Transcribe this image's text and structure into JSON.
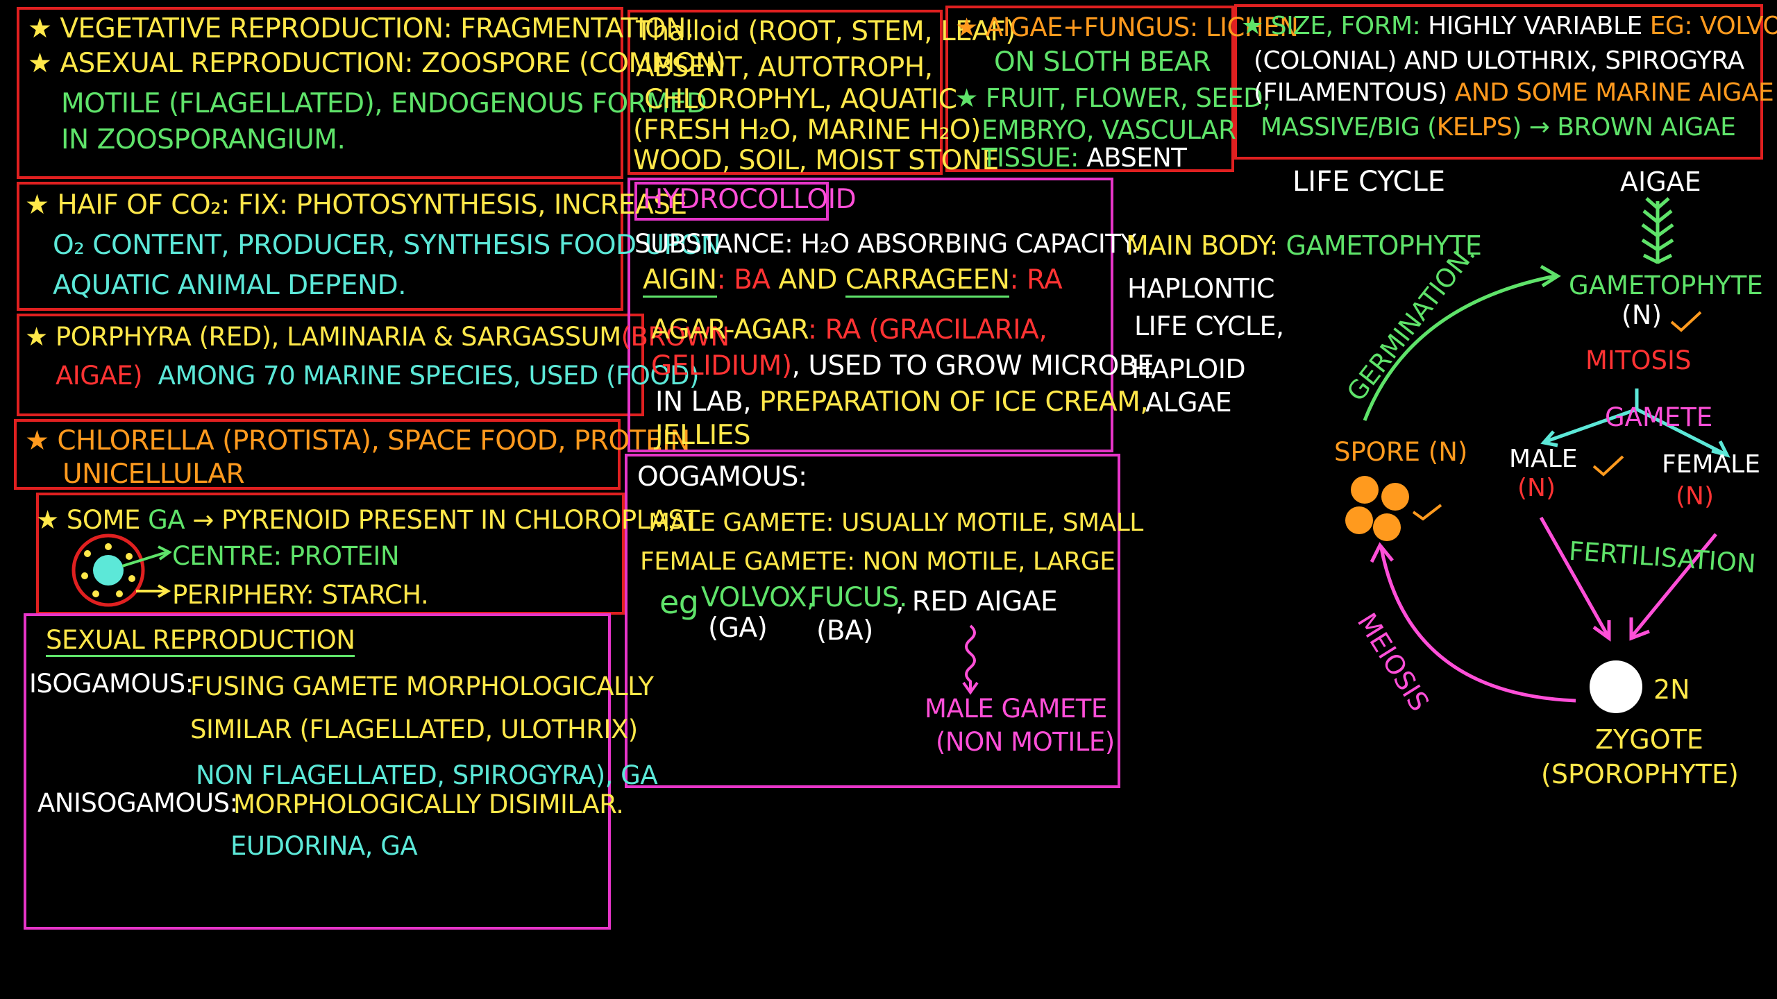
{
  "boxes": {
    "veg": {
      "l1": "★ VEGETATIVE REPRODUCTION: FRAGMENTATION.",
      "l2": "★ ASEXUAL REPRODUCTION: ZOOSPORE (COMMON)",
      "l3": "MOTILE (FLAGELLATED), ENDOGENOUS FORMED",
      "l4": "IN ZOOSPORANGIUM."
    },
    "thalloid": {
      "l1": "Thalloid (ROOT, STEM, LEAF)",
      "l2": "ABSENT, AUTOTROPH,",
      "l3": "CHLOROPHYL, AQUATIC",
      "l4": "(FRESH H₂O, MARINE H₂O)",
      "l5": "WOOD, SOIL, MOIST STONE"
    },
    "lichen": {
      "l1": "★ AIGAE+FUNGUS: LICHEN",
      "l2": "ON SLOTH BEAR",
      "l3": "★ FRUIT, FLOWER, SEED,",
      "l4": "EMBRYO, VASCULAR",
      "l5a": "TISSUE: ",
      "l5b": "ABSENT"
    },
    "size": {
      "l1a": "★ SIZE, FORM: ",
      "l1b": "HIGHLY VARIABLE ",
      "l1c": "EG: VOLVOX",
      "l2": "(COLONIAL) AND ULOTHRIX, SPIROGYRA",
      "l3a": "(FILAMENTOUS) ",
      "l3b": "AND SOME MARINE AIGAE ARE",
      "l4a": "MASSIVE/BIG (",
      "l4b": "KELPS",
      "l4c": ") → BROWN AIGAE"
    },
    "co2": {
      "l1": "★ HAIF OF CO₂: FIX: PHOTOSYNTHESIS, INCREASE",
      "l2": "O₂ CONTENT, PRODUCER, SYNTHESIS FOOD UPON",
      "l3": "AQUATIC ANIMAL DEPEND."
    },
    "porphyra": {
      "l1a": "★ PORPHYRA (RED), LAMINARIA & SARGASSUM",
      "l1b": "(BROWN",
      "l2a": "AIGAE)",
      "l2b": "AMONG 70 MARINE SPECIES, USED (FOOD)"
    },
    "chlorella": {
      "l1": "★ CHLORELLA (PROTISTA), SPACE FOOD, PROTEIN",
      "l2": "UNICELLULAR"
    },
    "pyrenoid": {
      "l1a": "★ SOME ",
      "l1b": "GA",
      "l1c": " → PYRENOID PRESENT IN CHLOROPLAST",
      "l2": "CENTRE: PROTEIN",
      "l3": "PERIPHERY: STARCH."
    },
    "hydro": {
      "title": "HYDROCOLLOID",
      "l1": "SUBSTANCE: H₂O ABSORBING CAPACITY.",
      "l2a": "AIGIN",
      "l2b": ": BA",
      "l2c": " AND ",
      "l2d": "CARRAGEEN",
      "l2e": ": RA",
      "l3a": "AGAR-AGAR",
      "l3b": ": RA (GRACILARIA,",
      "l4a": "GELIDIUM)",
      "l4b": ", USED TO GROW MICROBE",
      "l5a": "IN LAB, ",
      "l5b": "PREPARATION OF ICE CREAM,",
      "l6": "JELLIES"
    },
    "sexual": {
      "title": "SEXUAL REPRODUCTION",
      "iso_label": "ISOGAMOUS:",
      "iso1": "FUSING GAMETE MORPHOLOGICALLY",
      "iso2": "SIMILAR (FLAGELLATED, ULOTHRIX)",
      "iso3": "NON FLAGELLATED, SPIROGYRA), GA",
      "aniso_label": "ANISOGAMOUS:",
      "aniso1": "MORPHOLOGICALLY DISIMILAR.",
      "aniso2": "EUDORINA, GA"
    },
    "oogamous": {
      "title": "OOGAMOUS:",
      "l1": "MALE GAMETE: USUALLY MOTILE, SMALL",
      "l2": "FEMALE GAMETE: NON MOTILE, LARGE",
      "eg": "eg",
      "volvox": "VOLVOX,",
      "ga": "(GA)",
      "fucus": "FUCUS.",
      "ba": "(BA)",
      "red": ", RED AIGAE",
      "male1": "MALE GAMETE",
      "male2": "(NON MOTILE)"
    }
  },
  "lifecycle": {
    "title": "LIFE CYCLE",
    "algae": "AIGAE",
    "main_body_a": "MAIN BODY: ",
    "main_body_b": "GAMETOPHYTE",
    "haplontic1": "HAPLONTIC",
    "haplontic2": "LIFE CYCLE,",
    "haploid1": "HAPLOID",
    "haploid2": "ALGAE",
    "gametophyte": "GAMETOPHYTE",
    "gametophyte_n": "(N)",
    "mitosis": "MITOSIS",
    "gamete": "GAMETE",
    "male": "MALE",
    "male_n": "(N)",
    "female": "FEMALE",
    "female_n": "(N)",
    "fertilisation": "FERTILISATION",
    "zygote_2n": "2N",
    "zygote": "ZYGOTE",
    "sporophyte": "(SPOROPHYTE)",
    "meiosis": "MEIOSIS",
    "spore": "SPORE (N)",
    "germination": "GERMINATION."
  },
  "colors": {
    "red_border": "#e02020",
    "pink_border": "#e635c8",
    "yellow": "#ffe84a",
    "green": "#5fe36a",
    "cyan": "#5ce8d8",
    "orange": "#ff9a1e",
    "red": "#ff3333",
    "pink": "#ff4fd8"
  }
}
